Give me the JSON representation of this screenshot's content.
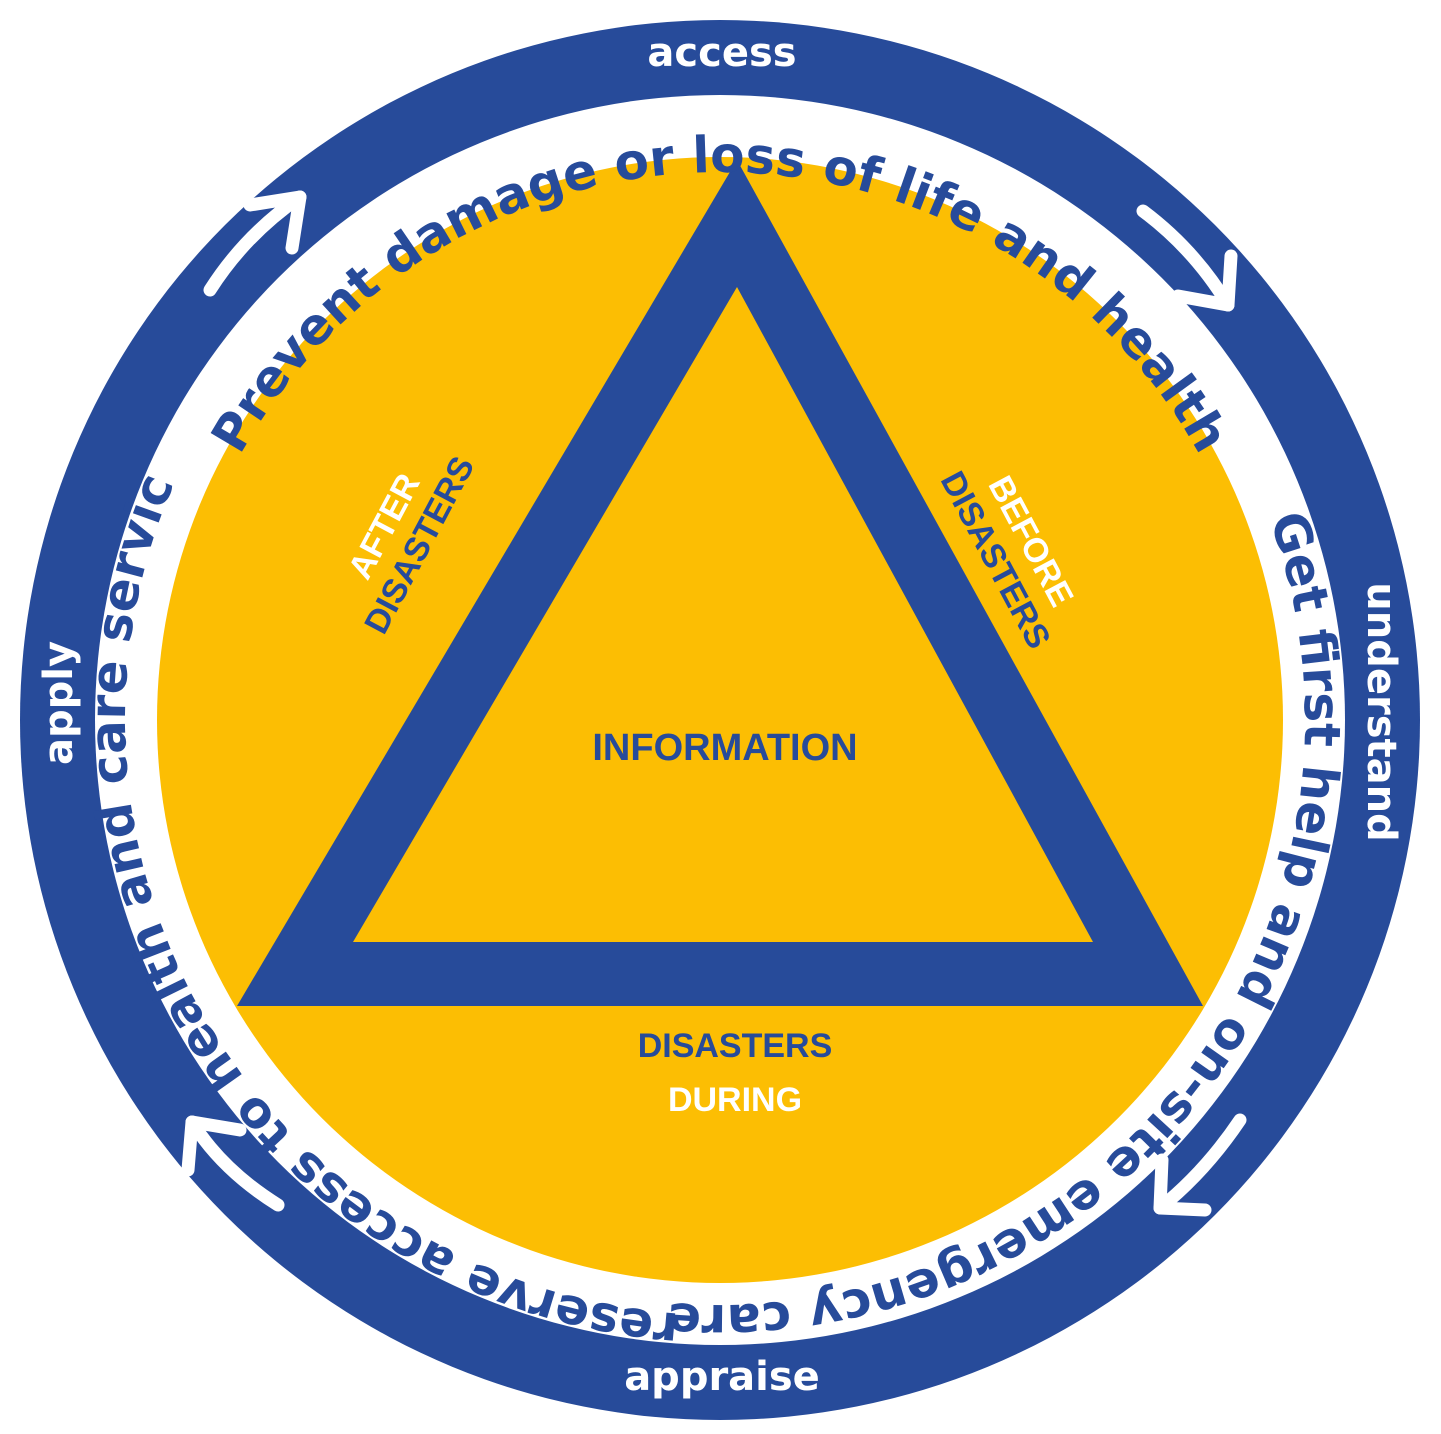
{
  "colors": {
    "blue": "#274B9A",
    "yellow": "#FCBE03",
    "white": "#FFFFFF"
  },
  "ring": {
    "access": "access",
    "understand": "understand",
    "appraise": "appraise",
    "apply": "apply"
  },
  "arcs": {
    "top": "Prevent damage or loss of life and health",
    "right": "Get first help and on-site emergency care",
    "left": "Preserve access to health and care services"
  },
  "triangle": {
    "center": "INFORMATION",
    "before_line1": "BEFORE",
    "before_line2": "DISASTERS",
    "after_line1": "AFTER",
    "after_line2": "DISASTERS",
    "during_line1": "DISASTERS",
    "during_line2": "DURING"
  },
  "icons": [
    "arrow-icon-top-left",
    "arrow-icon-top-right",
    "arrow-icon-bottom-right",
    "arrow-icon-bottom-left"
  ]
}
